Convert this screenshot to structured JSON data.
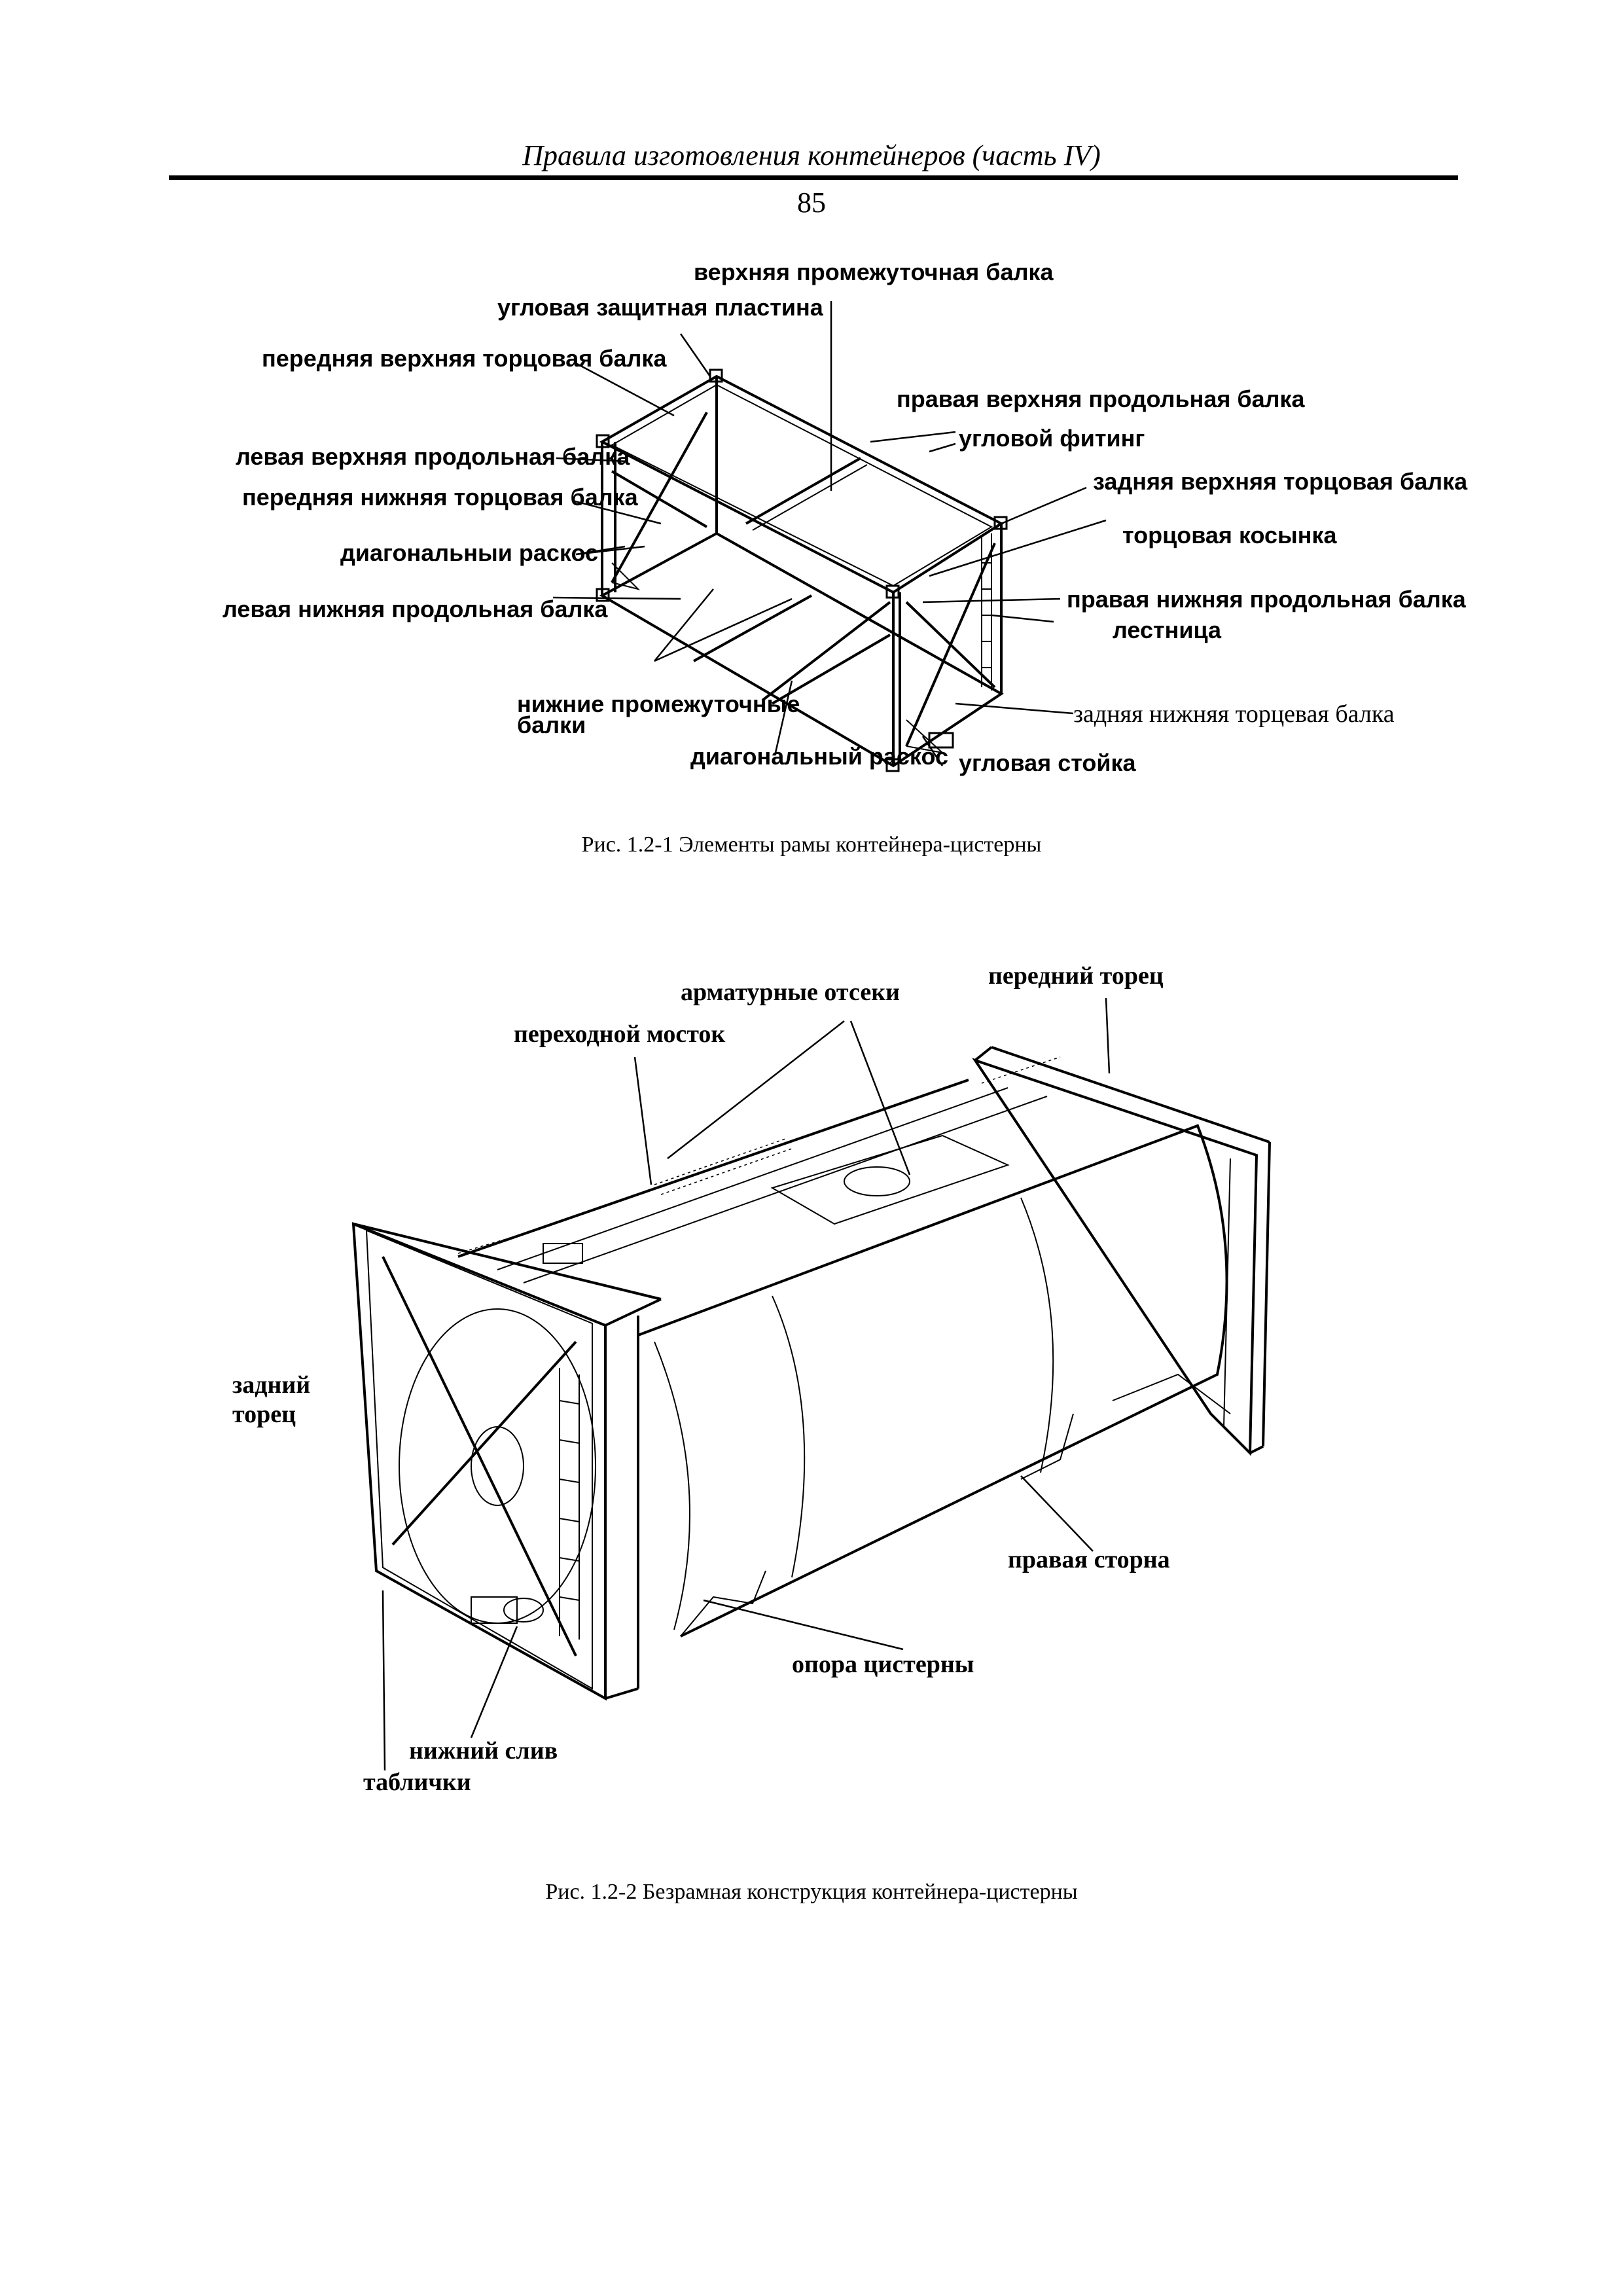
{
  "header": {
    "title": "Правила изготовления контейнеров (часть IV)",
    "page_number": "85"
  },
  "figure1": {
    "caption": "Рис. 1.2-1 Элементы рамы контейнера-цистерны",
    "labels": {
      "top_intermediate_beam": "верхняя промежуточная балка",
      "corner_protection_plate": "угловая защитная пластина",
      "front_top_end_beam": "передняя верхняя торцовая балка",
      "right_top_side_beam": "правая верхняя продольная балка",
      "corner_fitting": "угловой фитинг",
      "left_top_side_beam": "левая верхняя продольная балка",
      "rear_top_end_beam": "задняя верхняя торцовая балка",
      "front_bottom_end_beam": "передняя нижняя торцовая балка",
      "end_gusset": "торцовая косынка",
      "diagonal_brace_1": "диагональныи раскос",
      "left_bottom_side_beam": "левая нижняя продольная балка",
      "right_bottom_side_beam": "правая нижняя продольная балка",
      "ladder": "лестница",
      "bottom_intermediate_beams_1": "нижние промежуточные",
      "bottom_intermediate_beams_2": "балки",
      "rear_bottom_end_beam": "задняя нижняя торцевая балка",
      "diagonal_brace_2": "диагональный раскос",
      "corner_post": "угловая стойка"
    }
  },
  "figure2": {
    "caption": "Рис. 1.2-2 Безрамная конструкция контейнера-цистерны",
    "labels": {
      "front_end": "передний торец",
      "valve_compartments": "арматурные отсеки",
      "walkway": "переходной мосток",
      "rear_end_1": "задний",
      "rear_end_2": "торец",
      "right_side": "правая сторна",
      "tank_support": "опора цистерны",
      "bottom_drain": "нижний слив",
      "plates": "таблички"
    }
  }
}
